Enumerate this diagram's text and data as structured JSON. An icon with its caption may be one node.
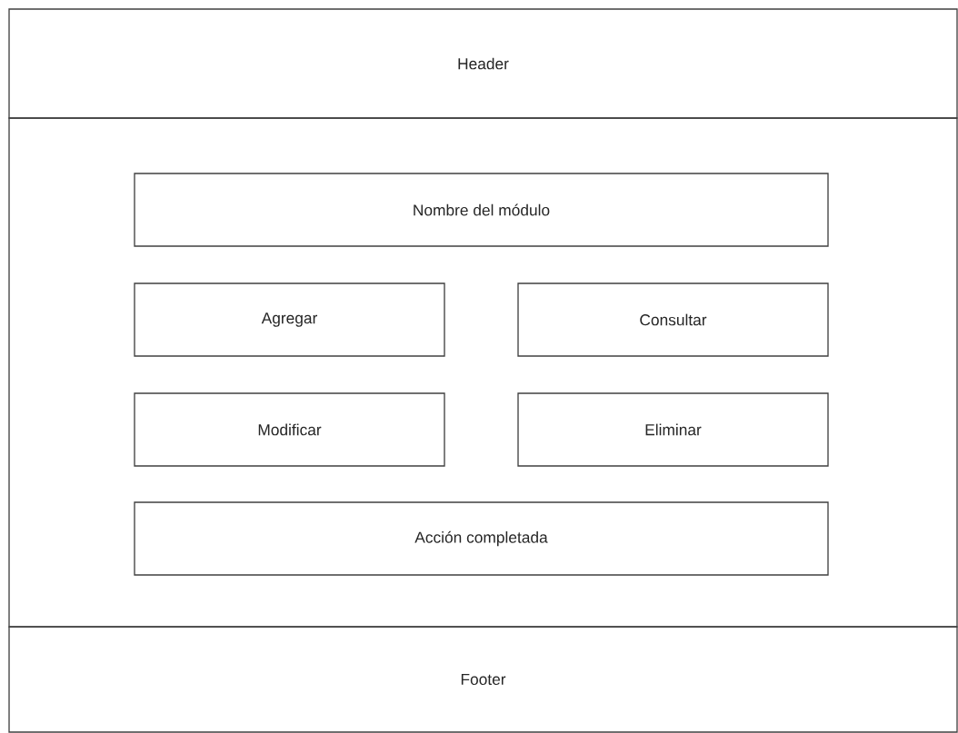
{
  "diagram": {
    "nodes": [
      {
        "text": [
          "Header"
        ]
      },
      {
        "text": [],
        "shape": "box"
      },
      {
        "text": [
          "Nombre del módulo"
        ],
        "in": 1
      },
      {
        "text": [
          "Agregar"
        ],
        "in": 1
      },
      {
        "text": [
          "Consultar"
        ],
        "in": 1
      },
      {
        "text": [
          "Modificar"
        ],
        "in": 1
      },
      {
        "text": [
          "Eliminar"
        ],
        "in": 1
      },
      {
        "text": [
          "Acción completada"
        ],
        "in": 1
      },
      {
        "text": [
          "Footer"
        ]
      }
    ]
  }
}
